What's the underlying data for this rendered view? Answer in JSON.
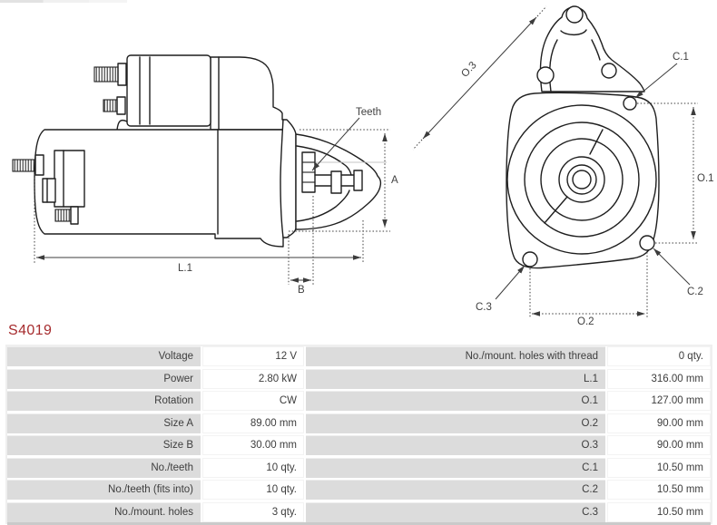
{
  "part_number": "S4019",
  "colors": {
    "part_number_red": "#a62c2e",
    "table_label_bg": "#dcdcdc",
    "table_value_bg": "#ffffff",
    "line_art": "#1f1f1f",
    "dimension_gray": "#3c3c3c"
  },
  "diagram": {
    "side_view": {
      "labels": {
        "teeth": "Teeth",
        "a": "A",
        "b": "B",
        "l1": "L.1"
      }
    },
    "front_view": {
      "labels": {
        "o3": "O.3",
        "o1": "O.1",
        "o2": "O.2",
        "c1": "C.1",
        "c2": "C.2",
        "c3": "C.3"
      }
    }
  },
  "specs": {
    "left": [
      {
        "label": "Voltage",
        "value": "12 V"
      },
      {
        "label": "Power",
        "value": "2.80 kW"
      },
      {
        "label": "Rotation",
        "value": "CW"
      },
      {
        "label": "Size A",
        "value": "89.00 mm"
      },
      {
        "label": "Size B",
        "value": "30.00 mm"
      },
      {
        "label": "No./teeth",
        "value": "10 qty."
      },
      {
        "label": "No./teeth (fits into)",
        "value": "10 qty."
      },
      {
        "label": "No./mount. holes",
        "value": "3 qty."
      }
    ],
    "right": [
      {
        "label": "No./mount. holes with thread",
        "value": "0 qty."
      },
      {
        "label": "L.1",
        "value": "316.00 mm"
      },
      {
        "label": "O.1",
        "value": "127.00 mm"
      },
      {
        "label": "O.2",
        "value": "90.00 mm"
      },
      {
        "label": "O.3",
        "value": "90.00 mm"
      },
      {
        "label": "C.1",
        "value": "10.50 mm"
      },
      {
        "label": "C.2",
        "value": "10.50 mm"
      },
      {
        "label": "C.3",
        "value": "10.50 mm"
      }
    ]
  }
}
